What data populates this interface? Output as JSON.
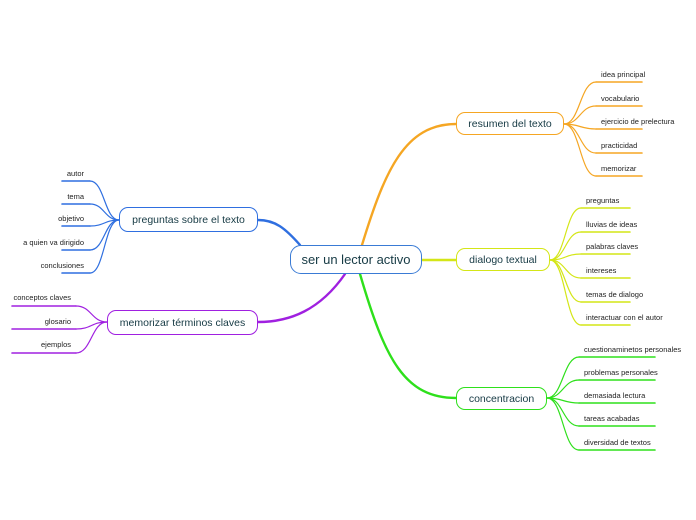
{
  "root": {
    "label": "ser un lector activo",
    "color": "#3a7bd5"
  },
  "branches": {
    "resumen": {
      "label": "resumen del texto",
      "color": "#f5a623",
      "items": [
        "idea principal",
        "vocabulario",
        "ejercicio de prelectura",
        "practicidad",
        "memorizar"
      ]
    },
    "dialogo": {
      "label": "dialogo textual",
      "color": "#d4e617",
      "items": [
        "preguntas",
        "lluvias de ideas",
        "palabras claves",
        "intereses",
        "temas de dialogo",
        "interactuar con el autor"
      ]
    },
    "concentracion": {
      "label": "concentracion",
      "color": "#2ee01b",
      "items": [
        "cuestionaminetos personales",
        "problemas  personales",
        "demasiada lectura",
        "tareas acabadas",
        "diversidad de textos"
      ]
    },
    "preguntas": {
      "label": "preguntas sobre el texto",
      "color": "#2f6fe0",
      "items": [
        "autor",
        "tema",
        "objetivo",
        "a quien va dirigido",
        "conclusiones"
      ]
    },
    "memorizar": {
      "label": "memorizar términos claves",
      "color": "#a020e0",
      "items": [
        "conceptos claves",
        "glosario",
        "ejemplos"
      ]
    }
  }
}
